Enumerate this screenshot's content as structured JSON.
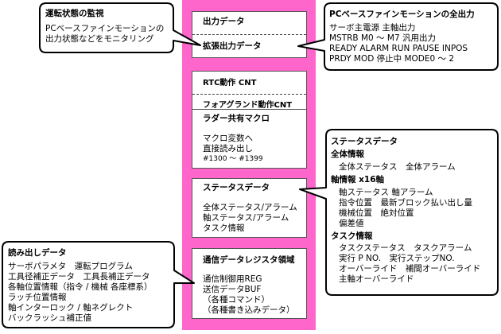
{
  "center_blocks": {
    "output": {
      "title1": "出力データ",
      "title2": "拡張出力データ"
    },
    "cnt": {
      "title1": "RTC動作 CNT",
      "title2": "フォアグランド動作CNT"
    },
    "ladder": {
      "title": "ラダー共有マクロ",
      "lines": [
        "マクロ変数へ",
        "直接読み出し",
        "#1300 ～ #1399"
      ]
    },
    "status": {
      "title": "ステータスデータ",
      "lines": [
        "全体ステータス/アラーム",
        "軸ステータス/アラーム",
        "タスク情報"
      ]
    },
    "comm": {
      "title": "通信データレジスタ領域",
      "lines": [
        "通信制御用REG",
        "送信データBUF",
        "（各種コマンド）",
        "（各種書き込みデータ）"
      ]
    }
  },
  "callouts": {
    "monitor": {
      "title": "運転状態の監視",
      "lines": [
        "PCベースファインモーションの",
        "出力状態などをモニタリング"
      ]
    },
    "all_output": {
      "title": "PCベースファインモーションの全出力",
      "lines": [
        "サーボ主電源 主軸出力",
        "MSTRB M0 ～ M7 汎用出力",
        "READY ALARM RUN PAUSE INPOS",
        "PRDY MOD 停止中 MODE0 ～ 2"
      ]
    },
    "status_data": {
      "title": "ステータスデータ",
      "sections": [
        {
          "heading": "全体情報",
          "lines": [
            "全体ステータス　全体アラーム"
          ]
        },
        {
          "heading": "軸情報 x16軸",
          "lines": [
            "軸ステータス 軸アラーム",
            "指令位置　最新ブロック払い出し量",
            "機械位置　絶対位置",
            "偏差値"
          ]
        },
        {
          "heading": "タスク情報",
          "lines": [
            "タスクステータス　タスクアラーム",
            "実行 P NO.　実行ステップNO.",
            "オーバーライド　補間オーバーライド",
            "主軸オーバーライド"
          ]
        }
      ]
    },
    "read_data": {
      "title": "読み出しデータ",
      "lines": [
        "サーボパラメタ　運転プログラム",
        "工具径補正データ　工具長補正データ",
        "各軸位置情報（指令 / 機械 各座標系）",
        "ラッチ位置情報",
        "軸インターロック / 軸ネグレクト",
        "バックラッシュ補正値"
      ]
    }
  }
}
